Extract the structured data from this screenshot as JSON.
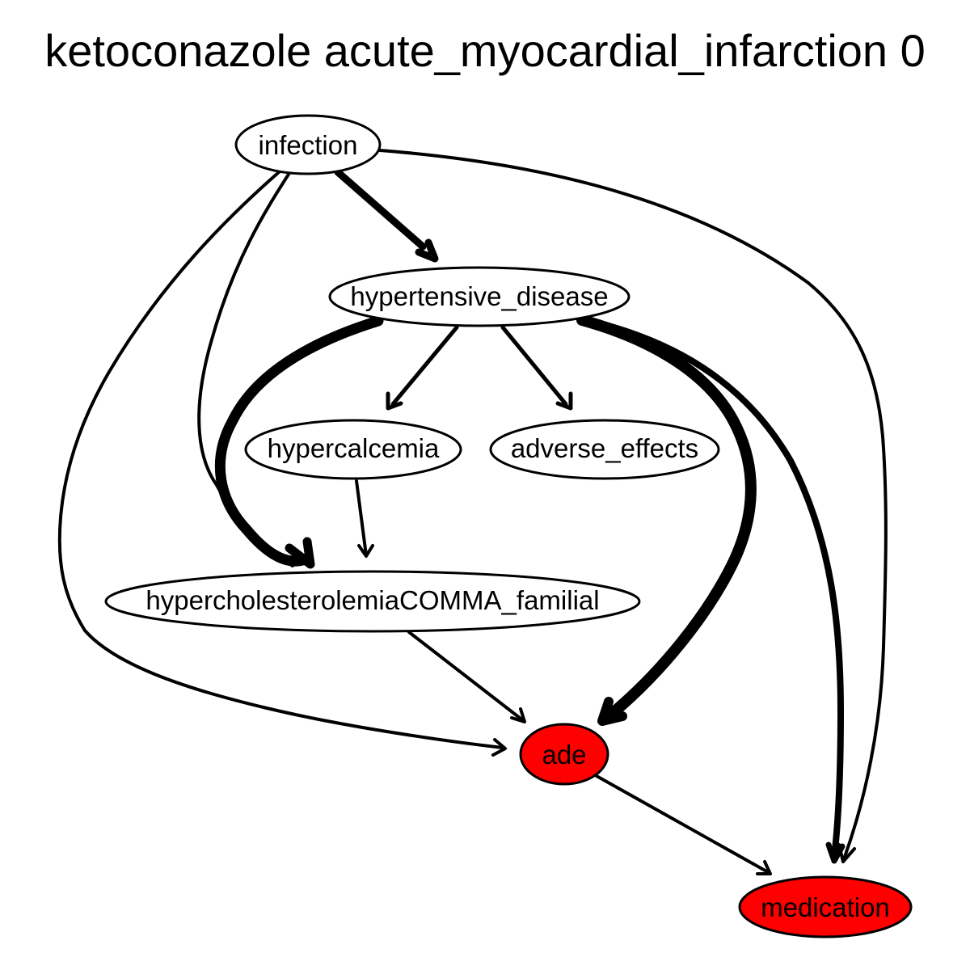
{
  "title": "ketoconazole acute_myocardial_infarction 0",
  "colors": {
    "highlight": "#ff0000",
    "default_fill": "#ffffff",
    "stroke": "#000000"
  },
  "nodes": {
    "infection": {
      "label": "infection",
      "highlighted": false
    },
    "hypertensive_disease": {
      "label": "hypertensive_disease",
      "highlighted": false
    },
    "hypercalcemia": {
      "label": "hypercalcemia",
      "highlighted": false
    },
    "adverse_effects": {
      "label": "adverse_effects",
      "highlighted": false
    },
    "hypercholesterolemia": {
      "label": "hypercholesterolemiaCOMMA_familial",
      "highlighted": false
    },
    "ade": {
      "label": "ade",
      "highlighted": true
    },
    "medication": {
      "label": "medication",
      "highlighted": true
    }
  },
  "edges": [
    {
      "from": "infection",
      "to": "hypertensive_disease",
      "weight": "thick"
    },
    {
      "from": "infection",
      "to": "hypercholesterolemia",
      "weight": "normal"
    },
    {
      "from": "infection",
      "to": "ade",
      "weight": "normal"
    },
    {
      "from": "infection",
      "to": "medication",
      "weight": "normal"
    },
    {
      "from": "hypertensive_disease",
      "to": "hypercalcemia",
      "weight": "normal"
    },
    {
      "from": "hypertensive_disease",
      "to": "adverse_effects",
      "weight": "normal"
    },
    {
      "from": "hypertensive_disease",
      "to": "hypercholesterolemia",
      "weight": "very-thick"
    },
    {
      "from": "hypertensive_disease",
      "to": "ade",
      "weight": "very-thick"
    },
    {
      "from": "hypertensive_disease",
      "to": "medication",
      "weight": "thick"
    },
    {
      "from": "hypercalcemia",
      "to": "hypercholesterolemia",
      "weight": "normal"
    },
    {
      "from": "hypercholesterolemia",
      "to": "ade",
      "weight": "normal"
    },
    {
      "from": "ade",
      "to": "medication",
      "weight": "normal"
    }
  ]
}
